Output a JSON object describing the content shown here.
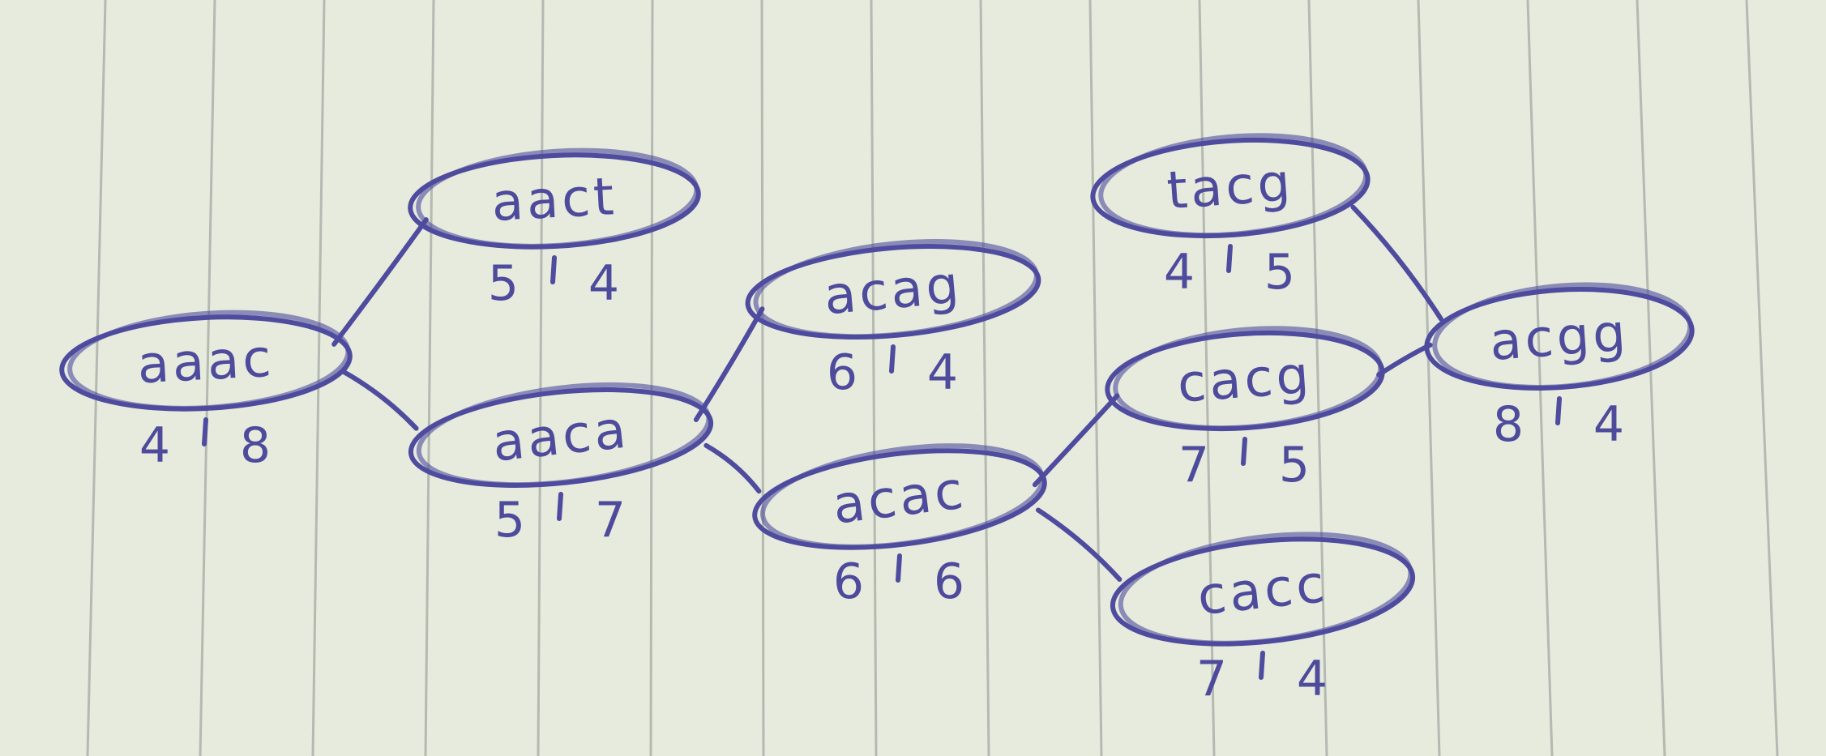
{
  "colors": {
    "paper": "#e7ebdd",
    "ink": "#4f4b9e",
    "rule": "#b4b9b2"
  },
  "diagram": {
    "nodes": [
      {
        "id": "aaac",
        "label": "aaac",
        "left": "4",
        "right": "8"
      },
      {
        "id": "aact",
        "label": "aact",
        "left": "5",
        "right": "4"
      },
      {
        "id": "aaca",
        "label": "aaca",
        "left": "5",
        "right": "7"
      },
      {
        "id": "acag",
        "label": "acag",
        "left": "6",
        "right": "4"
      },
      {
        "id": "acac",
        "label": "acac",
        "left": "6",
        "right": "6"
      },
      {
        "id": "tacg",
        "label": "tacg",
        "left": "4",
        "right": "5"
      },
      {
        "id": "cacg",
        "label": "cacg",
        "left": "7",
        "right": "5"
      },
      {
        "id": "cacc",
        "label": "cacc",
        "left": "7",
        "right": "4"
      },
      {
        "id": "acgg",
        "label": "acgg",
        "left": "8",
        "right": "4"
      }
    ],
    "edges": [
      [
        "aaac",
        "aact"
      ],
      [
        "aaac",
        "aaca"
      ],
      [
        "aaca",
        "acag"
      ],
      [
        "aaca",
        "acac"
      ],
      [
        "acac",
        "cacg"
      ],
      [
        "acac",
        "cacc"
      ],
      [
        "tacg",
        "acgg"
      ],
      [
        "cacg",
        "acgg"
      ]
    ]
  }
}
